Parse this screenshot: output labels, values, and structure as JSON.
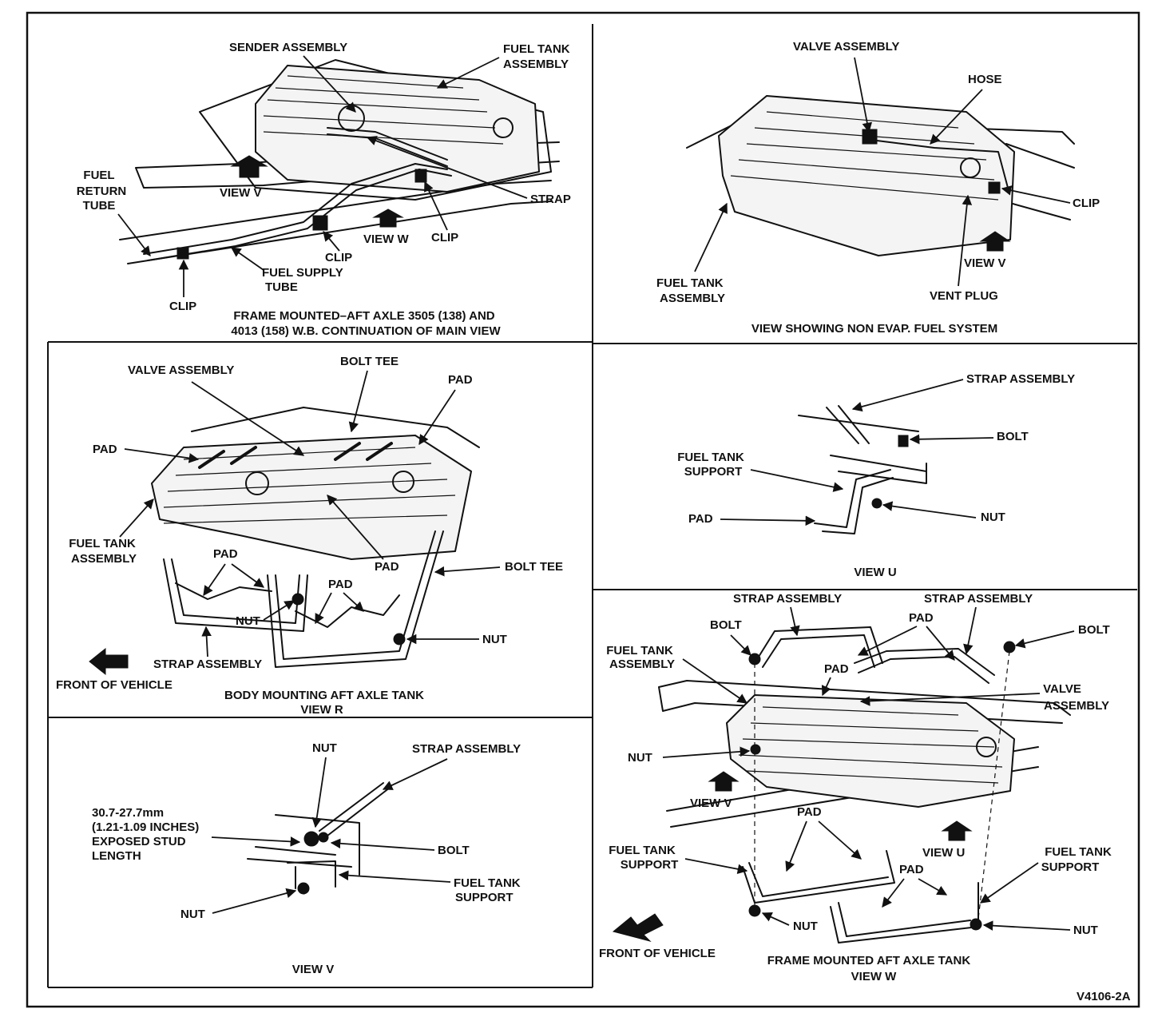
{
  "panels": {
    "frame_mounted_main": {
      "labels": {
        "sender_assembly": "SENDER ASSEMBLY",
        "fuel_tank_assembly": [
          "FUEL TANK",
          "ASSEMBLY"
        ],
        "fuel_return_tube": [
          "FUEL",
          "RETURN",
          "TUBE"
        ],
        "view_v": "VIEW V",
        "strap": "STRAP",
        "view_w": "VIEW W",
        "clip_1": "CLIP",
        "clip_2": "CLIP",
        "fuel_supply_tube": [
          "FUEL SUPPLY",
          "TUBE"
        ],
        "clip_3": "CLIP"
      },
      "caption": [
        "FRAME MOUNTED–AFT AXLE 3505 (138) AND",
        "4013 (158) W.B. CONTINUATION OF MAIN VIEW"
      ]
    },
    "non_evap": {
      "labels": {
        "valve_assembly": "VALVE ASSEMBLY",
        "hose": "HOSE",
        "clip": "CLIP",
        "fuel_tank_assembly": [
          "FUEL TANK",
          "ASSEMBLY"
        ],
        "view_v": "VIEW V",
        "vent_plug": "VENT PLUG"
      },
      "caption": [
        "VIEW SHOWING NON EVAP. FUEL SYSTEM"
      ]
    },
    "view_r": {
      "labels": {
        "valve_assembly": "VALVE ASSEMBLY",
        "bolt_tee_top": "BOLT TEE",
        "pad_top_right": "PAD",
        "pad_left": "PAD",
        "fuel_tank_assembly": [
          "FUEL TANK",
          "ASSEMBLY"
        ],
        "pad_mid_left": "PAD",
        "pad_mid": "PAD",
        "bolt_tee_right": "BOLT TEE",
        "pad_lower": "PAD",
        "nut_left": "NUT",
        "nut_right": "NUT",
        "strap_assembly": "STRAP ASSEMBLY",
        "front_of_vehicle": "FRONT OF VEHICLE"
      },
      "caption": [
        "BODY MOUNTING AFT AXLE TANK",
        "VIEW R"
      ]
    },
    "view_u": {
      "labels": {
        "strap_assembly": "STRAP ASSEMBLY",
        "bolt": "BOLT",
        "fuel_tank_support": [
          "FUEL TANK",
          "SUPPORT"
        ],
        "pad": "PAD",
        "nut": "NUT"
      },
      "caption": [
        "VIEW U"
      ]
    },
    "view_v": {
      "labels": {
        "nut_top": "NUT",
        "strap_assembly": "STRAP ASSEMBLY",
        "exposed_stud": [
          "30.7-27.7mm",
          "(1.21-1.09 INCHES)",
          "EXPOSED STUD",
          "LENGTH"
        ],
        "bolt": "BOLT",
        "fuel_tank_support": [
          "FUEL TANK",
          "SUPPORT"
        ],
        "nut_bottom": "NUT"
      },
      "caption": [
        "VIEW V"
      ]
    },
    "view_w": {
      "labels": {
        "strap_assembly_left": "STRAP ASSEMBLY",
        "strap_assembly_right": "STRAP ASSEMBLY",
        "bolt_left": "BOLT",
        "pad_top": "PAD",
        "bolt_right": "BOLT",
        "fuel_tank_assembly": [
          "FUEL TANK",
          "ASSEMBLY"
        ],
        "pad_center": "PAD",
        "valve_assembly": [
          "VALVE",
          "ASSEMBLY"
        ],
        "nut_left": "NUT",
        "view_v": "VIEW V",
        "pad_lower": "PAD",
        "view_u": "VIEW U",
        "fuel_tank_support_left": [
          "FUEL TANK",
          "SUPPORT"
        ],
        "fuel_tank_support_right": [
          "FUEL TANK",
          "SUPPORT"
        ],
        "pad_bottom": "PAD",
        "nut_bottom_left": "NUT",
        "nut_bottom_right": "NUT",
        "front_of_vehicle": "FRONT OF VEHICLE"
      },
      "caption": [
        "FRAME MOUNTED AFT AXLE TANK",
        "VIEW W"
      ]
    }
  },
  "figure_id": "V4106-2A"
}
